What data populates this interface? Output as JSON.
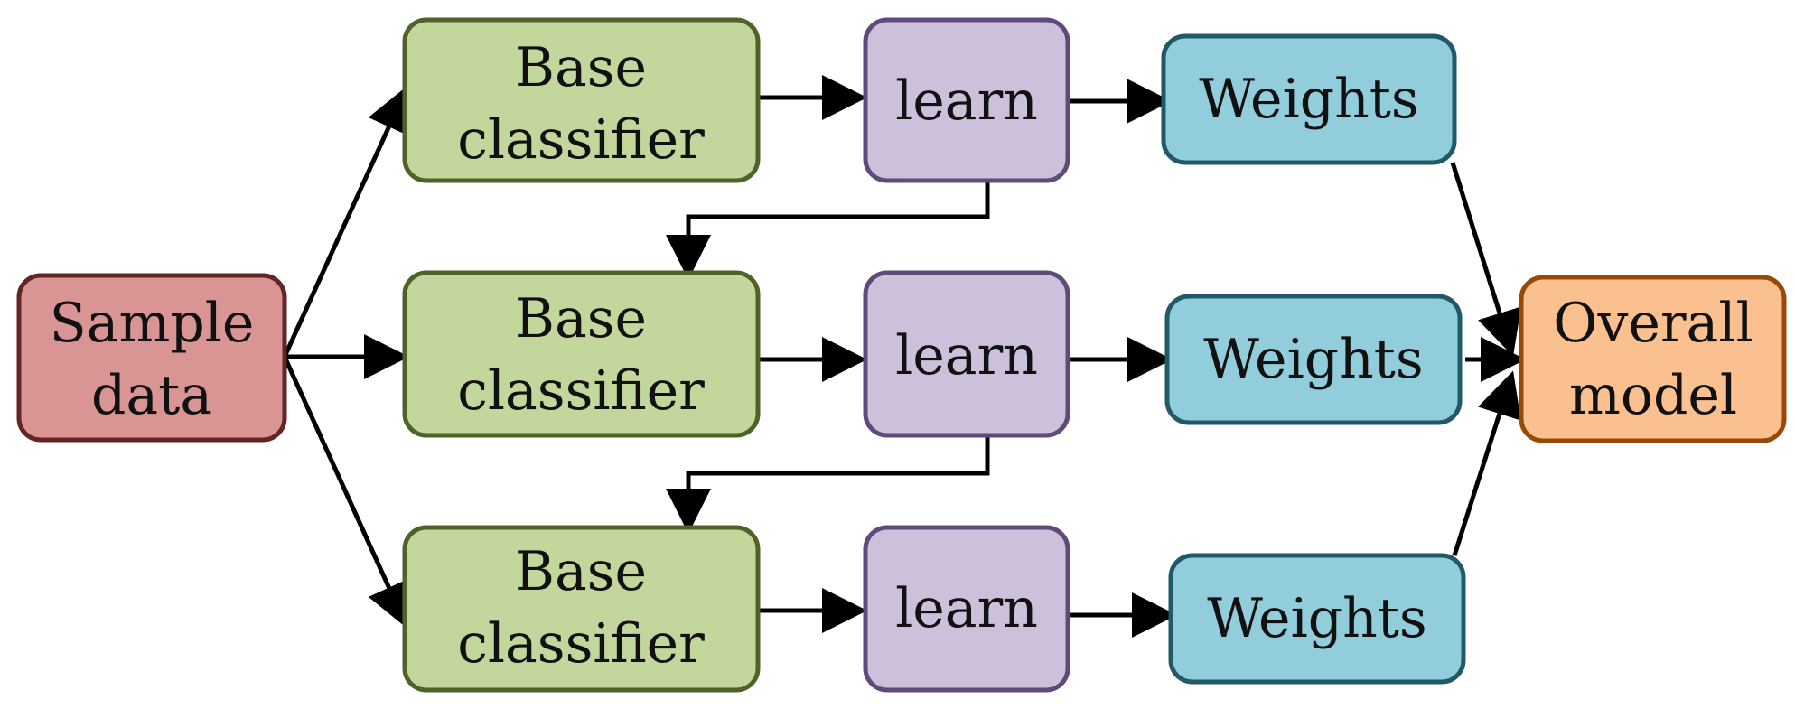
{
  "diagram": {
    "nodes": {
      "sample_data": {
        "line1": "Sample",
        "line2": "data"
      },
      "base_classifier_1": {
        "line1": "Base",
        "line2": "classifier"
      },
      "base_classifier_2": {
        "line1": "Base",
        "line2": "classifier"
      },
      "base_classifier_3": {
        "line1": "Base",
        "line2": "classifier"
      },
      "learn_1": {
        "label": "learn"
      },
      "learn_2": {
        "label": "learn"
      },
      "learn_3": {
        "label": "learn"
      },
      "weights_1": {
        "label": "Weights"
      },
      "weights_2": {
        "label": "Weights"
      },
      "weights_3": {
        "label": "Weights"
      },
      "overall_model": {
        "line1": "Overall",
        "line2": "model"
      }
    },
    "colors": {
      "sample_fill": "#d99594",
      "sample_stroke": "#632523",
      "classifier_fill": "#c3d69b",
      "classifier_stroke": "#4f6228",
      "learn_fill": "#ccc0da",
      "learn_stroke": "#5f4b7a",
      "weights_fill": "#92cddc",
      "weights_stroke": "#215967",
      "overall_fill": "#fac090",
      "overall_stroke": "#984807",
      "arrow": "#000000"
    }
  }
}
